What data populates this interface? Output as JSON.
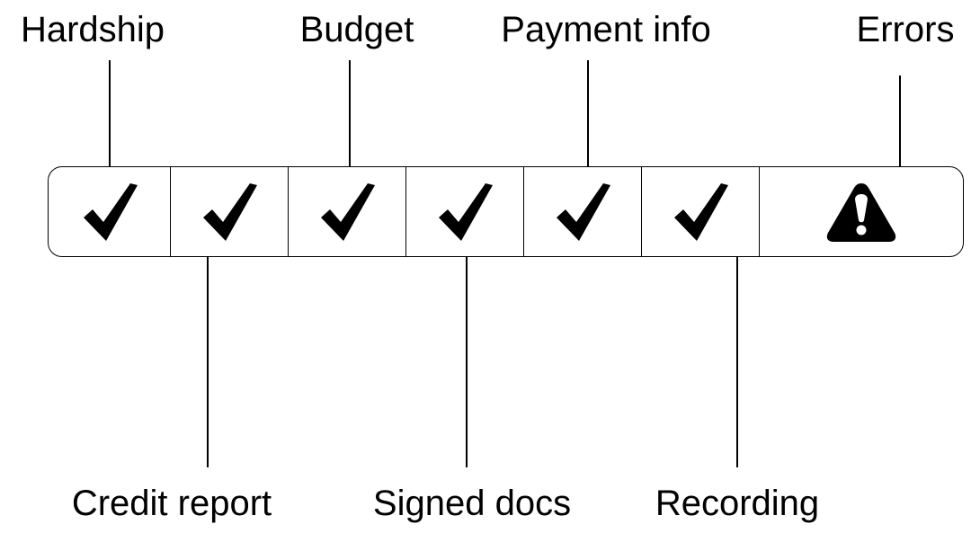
{
  "labels": {
    "hardship": "Hardship",
    "credit_report": "Credit report",
    "budget": "Budget",
    "signed_docs": "Signed docs",
    "payment_info": "Payment info",
    "recording": "Recording",
    "errors": "Errors"
  },
  "status_bar": {
    "cells": [
      {
        "step": "Hardship",
        "status": "complete",
        "icon": "checkmark-icon"
      },
      {
        "step": "Credit report",
        "status": "complete",
        "icon": "checkmark-icon"
      },
      {
        "step": "Budget",
        "status": "complete",
        "icon": "checkmark-icon"
      },
      {
        "step": "Signed docs",
        "status": "complete",
        "icon": "checkmark-icon"
      },
      {
        "step": "Payment info",
        "status": "complete",
        "icon": "checkmark-icon"
      },
      {
        "step": "Recording",
        "status": "complete",
        "icon": "checkmark-icon"
      },
      {
        "step": "Errors",
        "status": "warning",
        "icon": "warning-icon"
      }
    ]
  },
  "colors": {
    "foreground": "#000000",
    "background": "#ffffff"
  }
}
